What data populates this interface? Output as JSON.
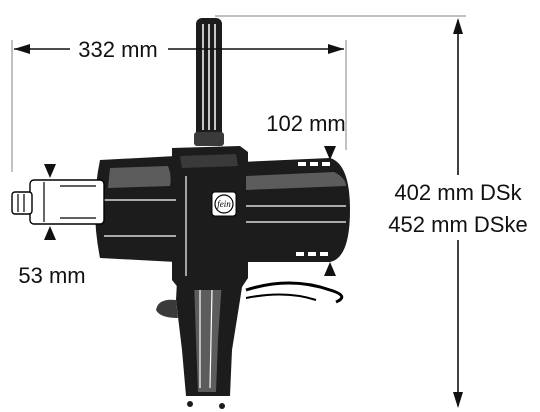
{
  "dimensions": {
    "width": "332 mm",
    "height_dsk": "402 mm DSk",
    "height_dske": "452 mm DSke",
    "motor_diameter": "102 mm",
    "spindle_diameter": "53 mm"
  },
  "brand": {
    "logo_text": "fein"
  },
  "colors": {
    "ink": "#111111",
    "extension": "#9a9a9a"
  }
}
